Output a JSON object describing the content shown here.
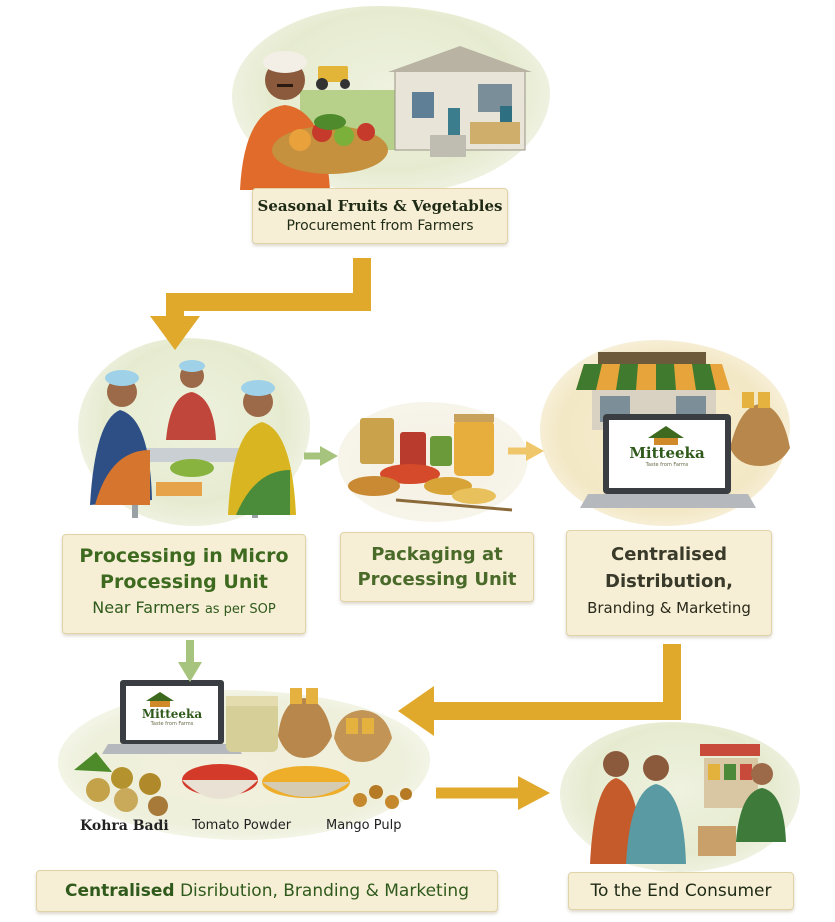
{
  "steps": {
    "procurement": {
      "line1": "Seasonal Fruits & Vegetables",
      "line2": "Procurement from Farmers"
    },
    "processing": {
      "line1": "Processing in Micro",
      "line2": "Processing Unit",
      "line3": "Near Farmers",
      "line3_suffix": "as per SOP"
    },
    "packaging": {
      "line1": "Packaging at",
      "line2": "Processing Unit"
    },
    "distribution": {
      "line1": "Centralised",
      "line2": "Distribution,",
      "line3": "Branding & Marketing"
    },
    "bottom_banner": {
      "bold": "Centralised",
      "rest": "Disribution, Branding & Marketing"
    },
    "end_consumer": {
      "label": "To the End Consumer"
    }
  },
  "products": [
    "Kohra Badi",
    "Tomato Powder",
    "Mango Pulp"
  ],
  "brand": {
    "name": "Mitteeka",
    "tagline": "Taste from Farms"
  },
  "colors": {
    "arrow_gold": "#e1a92b",
    "arrow_green": "#a7c47e",
    "brand_green": "#3e6a1f",
    "label_bg": "#f6efd6"
  }
}
